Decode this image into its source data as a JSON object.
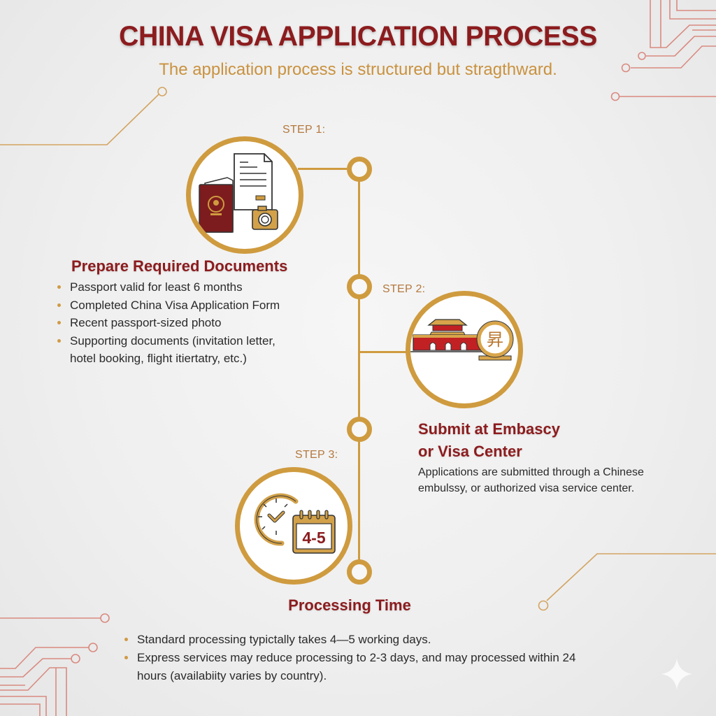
{
  "header": {
    "title": "CHINA VISA APPLICATION PROCESS",
    "subtitle": "The application process is structured but stragthward."
  },
  "colors": {
    "primary_red": "#8c1c1e",
    "gold": "#cf9b3f",
    "subtitle_gold": "#c9923f",
    "circuit_red": "#d98a80",
    "text_dark": "#2a2a2a",
    "background": "#efefef"
  },
  "steps": [
    {
      "label": "STEP 1:",
      "icon": "passport-documents-camera-icon",
      "title": "Prepare Required Documents",
      "bullets": [
        "Passport valid for least 6 months",
        "Completed China Visa Application Form",
        "Recent passport-sized photo",
        "Supporting documents (invitation letter, hotel booking, flight itiertatry, etc.)"
      ]
    },
    {
      "label": "STEP 2:",
      "icon": "embassy-gate-seal-icon",
      "seal_character": "昇",
      "title_line1": "Submit at Embascy",
      "title_line2": "or Visa Center",
      "description": "Applications are submitted through a Chinese embulssy, or authorized visa service center."
    },
    {
      "label": "STEP 3:",
      "icon": "clock-calendar-icon",
      "calendar_text": "4-5",
      "title": "Processing Time",
      "bullets": [
        "Standard processing typictally takes 4—5 working days.",
        "Express services may reduce processing to 2-3 days, and may processed within 24 hours (availabiity varies by country)."
      ]
    }
  ]
}
